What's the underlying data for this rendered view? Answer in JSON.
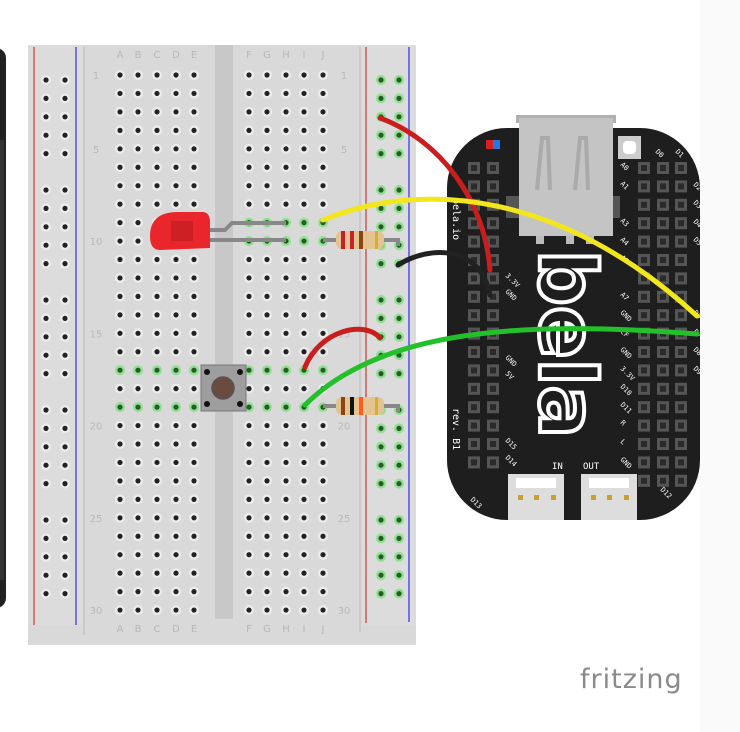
{
  "breadboard": {
    "columns_left": [
      "A",
      "B",
      "C",
      "D",
      "E"
    ],
    "columns_right": [
      "F",
      "G",
      "H",
      "I",
      "J"
    ],
    "row_labels": [
      "1",
      "5",
      "10",
      "15",
      "20",
      "25",
      "30"
    ],
    "rows": 30
  },
  "components": {
    "led": {
      "name": "LED",
      "color": "#e8262b"
    },
    "resistor_1": {
      "bands": [
        "#c8202b",
        "#c8202b",
        "#8b4513",
        "#d4af37"
      ]
    },
    "resistor_2": {
      "bands": [
        "#8b4513",
        "#111111",
        "#ff5a1f",
        "#d4af37"
      ]
    },
    "pushbutton": {
      "name": "Pushbutton"
    }
  },
  "wires": [
    {
      "name": "red-power",
      "color": "#c81e1e"
    },
    {
      "name": "yellow-signal",
      "color": "#f2e61c"
    },
    {
      "name": "black-ground",
      "color": "#222222"
    },
    {
      "name": "red-jumper",
      "color": "#c81e1e"
    },
    {
      "name": "green-signal",
      "color": "#22c02a"
    }
  ],
  "board": {
    "brand": "bela.io",
    "logo_text": "bela",
    "revision": "rev. B1",
    "connector_in": "IN",
    "connector_out": "OUT",
    "left_pins": [
      "3.3V",
      "GND",
      "GND",
      "5V",
      "D15",
      "D14",
      "D13"
    ],
    "right_pins_inner": [
      "A0",
      "A1",
      "A3",
      "A4",
      "A5",
      "A7",
      "GND",
      "CF",
      "GND",
      "3.3V",
      "D10",
      "D11",
      "R",
      "L",
      "GND"
    ],
    "right_pins_outer": [
      "D0",
      "D1",
      "D2",
      "D3",
      "D4",
      "D5",
      "D6",
      "D7",
      "D8",
      "D9",
      "D12"
    ]
  },
  "watermark": "fritzing"
}
